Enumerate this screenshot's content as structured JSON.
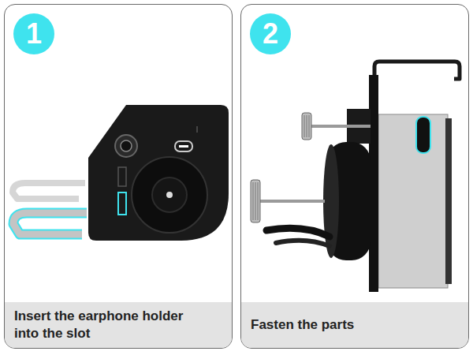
{
  "diagram": {
    "nodes": [
      {
        "text": [
          "Insert the earphone holder into the slot"
        ]
      },
      {
        "text": [
          "1"
        ],
        "in": 0
      },
      {
        "text": [
          "Fasten the parts"
        ]
      },
      {
        "text": [
          "2"
        ],
        "in": 2
      }
    ]
  }
}
